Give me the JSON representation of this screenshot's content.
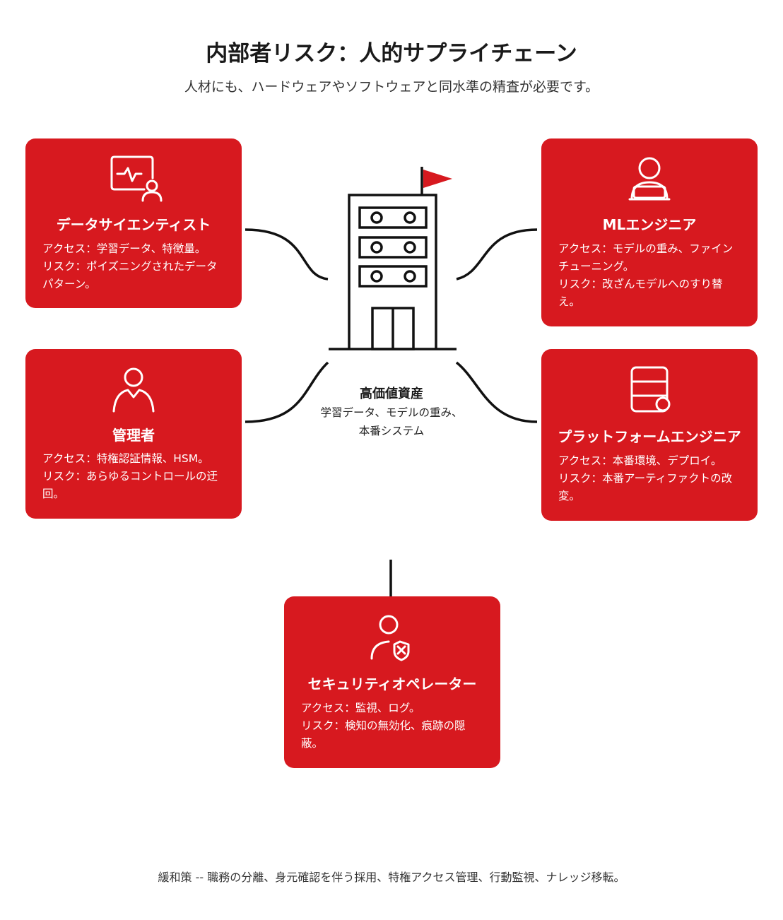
{
  "header": {
    "title": "内部者リスク：人的サプライチェーン",
    "subtitle": "人材にも、ハードウェアやソフトウェアと同水準の精査が必要です。"
  },
  "center": {
    "title": "高価値資産",
    "subtitle_line1": "学習データ、モデルの重み、",
    "subtitle_line2": "本番システム"
  },
  "roles": {
    "data_scientist": {
      "icon": "monitor-person-icon",
      "title": "データサイエンティスト",
      "line1": "アクセス：学習データ、特徴量。",
      "line2": "リスク：ポイズニングされたデータ",
      "line3": "パターン。"
    },
    "ml_engineer": {
      "icon": "person-laptop-icon",
      "title": "MLエンジニア",
      "line1": "アクセス：モデルの重み、ファイン",
      "line2": "チューニング。",
      "line3": "リスク：改ざんモデルへのすり替",
      "line4": "え。"
    },
    "administrator": {
      "icon": "person-icon",
      "title": "管理者",
      "line1": "アクセス：特権認証情報、HSM。",
      "line2": "リスク：あらゆるコントロールの迂",
      "line3": "回。"
    },
    "platform_engineer": {
      "icon": "server-gear-icon",
      "title": "プラットフォームエンジニア",
      "line1": "アクセス：本番環境、デプロイ。",
      "line2": "リスク：本番アーティファクトの改",
      "line3": "変。"
    },
    "security_operator": {
      "icon": "person-shield-icon",
      "title": "セキュリティオペレーター",
      "line1": "アクセス：監視、ログ。",
      "line2": "リスク：検知の無効化、痕跡の隠",
      "line3": "蔽。"
    }
  },
  "footer": {
    "mitigation": "緩和策 -- 職務の分離、身元確認を伴う採用、特権アクセス管理、行動監視、ナレッジ移転。"
  },
  "colors": {
    "card_red": "#d7191f",
    "line_black": "#111111",
    "flag_red": "#d7191f"
  }
}
